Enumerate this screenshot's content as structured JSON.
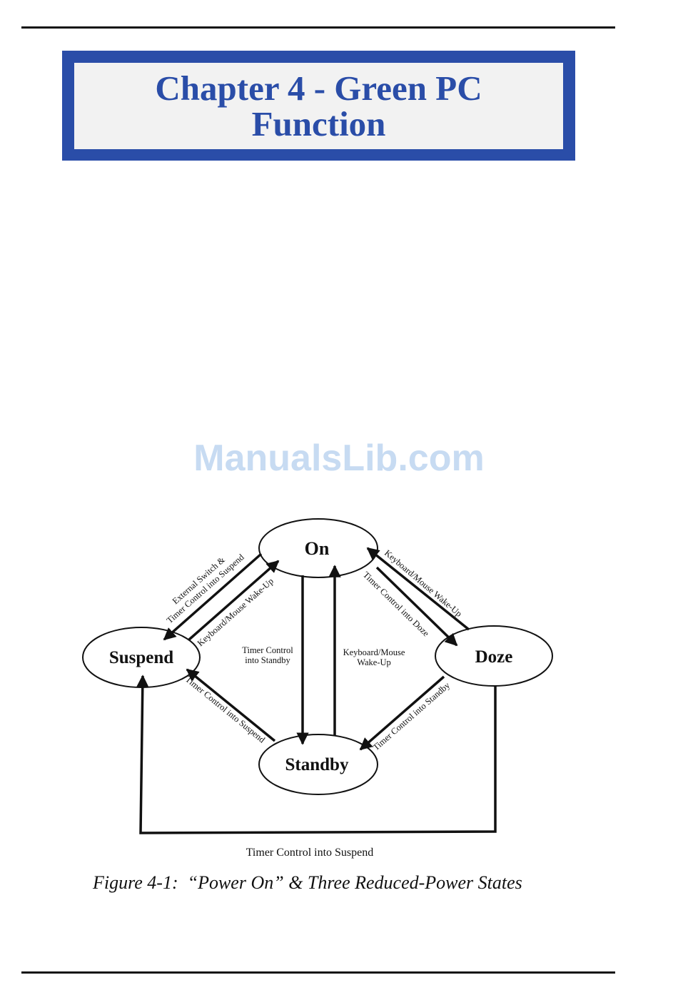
{
  "chapter": {
    "line1": "Chapter 4 - Green PC",
    "line2": "Function"
  },
  "watermark": "ManualsLib.com",
  "diagram": {
    "states": {
      "on": "On",
      "suspend": "Suspend",
      "doze": "Doze",
      "standby": "Standby"
    },
    "labels": {
      "ext_switch_1": "External Switch &",
      "ext_switch_2": "Timer Control into Suspend",
      "kbd_suspend_on": "Keyboard/Mouse Wake-Up",
      "kbd_doze_on": "Keyboard/Mouse Wake-Up",
      "timer_on_doze": "Timer Control into Doze",
      "timer_standby_1": "Timer Control",
      "timer_standby_2": "into Standby",
      "kbd_standby_1": "Keyboard/Mouse",
      "kbd_standby_2": "Wake-Up",
      "timer_standby_suspend": "Timer Control into Suspend",
      "timer_doze_standby": "Timer Control into Standby",
      "timer_doze_suspend": "Timer Control into Suspend"
    }
  },
  "caption": "Figure 4-1:  “Power On” & Three Reduced-Power States",
  "colors": {
    "accent": "#2a4da8",
    "panel": "#f2f2f2",
    "watermark": "#c7dbf2",
    "ink": "#111111"
  }
}
